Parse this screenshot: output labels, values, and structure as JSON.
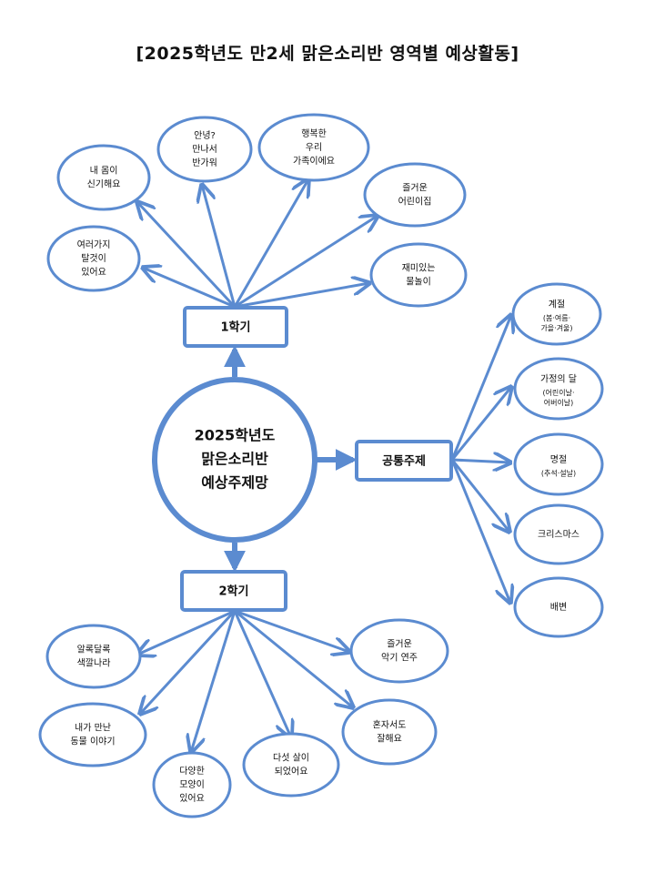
{
  "title": "[2025학년도 만2세 맑은소리반 영역별 예상활동]",
  "center": {
    "lines": [
      "2025학년도",
      "맑은소리반",
      "예상주제망"
    ]
  },
  "hubs": {
    "semester1": "1학기",
    "semester2": "2학기",
    "common": "공통주제"
  },
  "colors": {
    "stroke": "#5b8bd0",
    "text": "#111111",
    "fill": "#ffffff"
  },
  "semester1_topics": [
    {
      "lines": [
        "여러가지",
        "탈것이",
        "있어요"
      ]
    },
    {
      "lines": [
        "내 몸이",
        "신기해요"
      ]
    },
    {
      "lines": [
        "안녕?",
        "만나서",
        "반가워"
      ]
    },
    {
      "lines": [
        "행복한",
        "우리",
        "가족이에요"
      ]
    },
    {
      "lines": [
        "즐거운",
        "어린이집"
      ]
    },
    {
      "lines": [
        "재미있는",
        "물놀이"
      ]
    }
  ],
  "common_topics": [
    {
      "lines": [
        "계절"
      ],
      "sub": [
        "(봄·여름·",
        "가을·겨울)"
      ]
    },
    {
      "lines": [
        "가정의 달"
      ],
      "sub": [
        "(어린이날·",
        "어버이날)"
      ]
    },
    {
      "lines": [
        "명절"
      ],
      "sub": [
        "(추석·설날)"
      ]
    },
    {
      "lines": [
        "크리스마스"
      ],
      "sub": []
    },
    {
      "lines": [
        "배변"
      ],
      "sub": []
    }
  ],
  "semester2_topics": [
    {
      "lines": [
        "알록달록",
        "색깔나라"
      ]
    },
    {
      "lines": [
        "내가 만난",
        "동물 이야기"
      ]
    },
    {
      "lines": [
        "다양한",
        "모양이",
        "있어요"
      ]
    },
    {
      "lines": [
        "다섯 살이",
        "되었어요"
      ]
    },
    {
      "lines": [
        "혼자서도",
        "잘해요"
      ]
    },
    {
      "lines": [
        "즐거운",
        "악기 연주"
      ]
    }
  ]
}
